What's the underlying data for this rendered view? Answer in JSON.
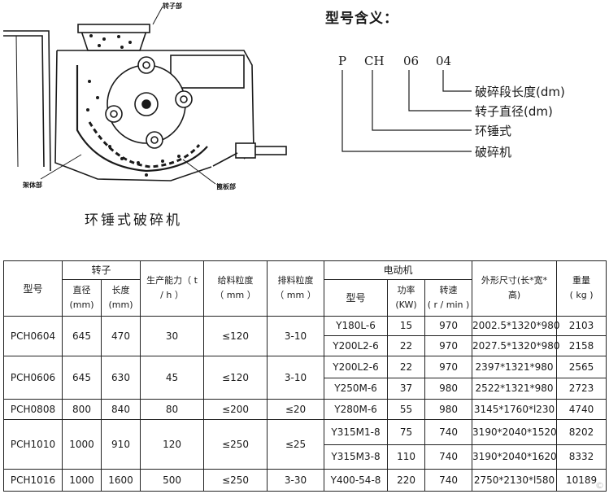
{
  "figure": {
    "caption": "环锤式破碎机",
    "callouts": {
      "rotor": "转子部",
      "frame": "架体部",
      "screen": "篦板部"
    }
  },
  "model_code": {
    "title": "型号含义：",
    "parts": [
      "P",
      "CH",
      "06",
      "04"
    ],
    "meanings": [
      "破碎段长度(dm)",
      "转子直径(dm)",
      "环锤式",
      "破碎机"
    ]
  },
  "table": {
    "headers": {
      "model": "型号",
      "rotor": "转子",
      "rotor_diameter": "直径",
      "rotor_length": "长度",
      "mm": "(mm)",
      "capacity": "生产能力（t/h）",
      "capacity_l1": "生产能力（ t",
      "capacity_l2": "/ h ）",
      "feed": "给料粒度",
      "discharge": "排料粒度",
      "mm_paren": "（ mm ）",
      "motor": "电动机",
      "motor_model": "型号",
      "power": "功率",
      "power_unit": "(KW)",
      "speed": "转速",
      "speed_unit": "( r / min )",
      "dimensions_l1": "外形尺寸(长*宽*",
      "dimensions_l2": "高)",
      "weight": "重量",
      "weight_unit": "( kg )"
    },
    "groups": [
      {
        "model": "PCH0604",
        "diameter": "645",
        "length": "470",
        "capacity": "30",
        "feed": "≤120",
        "discharge": "3-10",
        "motors": [
          {
            "model": "Y180L-6",
            "power": "15",
            "speed": "970",
            "dims": "2002.5*1320*980",
            "weight": "2103"
          },
          {
            "model": "Y200L2-6",
            "power": "22",
            "speed": "970",
            "dims": "2027.5*1320*980",
            "weight": "2158"
          }
        ]
      },
      {
        "model": "PCH0606",
        "diameter": "645",
        "length": "630",
        "capacity": "45",
        "feed": "≤120",
        "discharge": "3-10",
        "motors": [
          {
            "model": "Y200L2-6",
            "power": "22",
            "speed": "970",
            "dims": "2397*1321*980",
            "weight": "2565"
          },
          {
            "model": "Y250M-6",
            "power": "37",
            "speed": "980",
            "dims": "2522*1321*980",
            "weight": "2723"
          }
        ]
      },
      {
        "model": "PCH0808",
        "diameter": "800",
        "length": "840",
        "capacity": "80",
        "feed": "≤200",
        "discharge": "≤20",
        "motors": [
          {
            "model": "Y280M-6",
            "power": "55",
            "speed": "980",
            "dims": "3145*1760*l230",
            "weight": "4740"
          }
        ]
      },
      {
        "model": "PCH1010",
        "diameter": "1000",
        "length": "910",
        "capacity": "120",
        "feed": "≤250",
        "discharge": "≤25",
        "motors": [
          {
            "model": "Y315M1-8",
            "power": "75",
            "speed": "740",
            "dims": "3190*2040*1520",
            "weight": "8202"
          },
          {
            "model": "Y315M3-8",
            "power": "110",
            "speed": "740",
            "dims": "3190*2040*1620",
            "weight": "8332"
          }
        ]
      },
      {
        "model": "PCH1016",
        "diameter": "1000",
        "length": "1600",
        "capacity": "500",
        "feed": "≤250",
        "discharge": "3-30",
        "motors": [
          {
            "model": "Y400-54-8",
            "power": "220",
            "speed": "740",
            "dims": "2750*2130*l580",
            "weight": "10189"
          }
        ]
      }
    ]
  },
  "watermark": "©"
}
